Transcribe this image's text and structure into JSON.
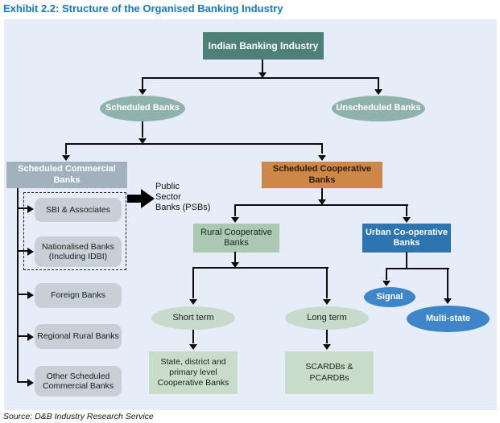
{
  "title": "Exhibit 2.2: Structure of the Organised Banking Industry",
  "source": "Source: D&B Industry Research Service",
  "colors": {
    "title_blue": "#1878be",
    "panel_bg": "#e7edf8",
    "teal_dark": "#4e8077",
    "teal_ellipse": "#8fb2ad",
    "gray_blue": "#a2b1be",
    "gray_child": "#c8d0d7",
    "orange": "#cd8848",
    "sage": "#abc9b2",
    "sage_light": "#c9dcca",
    "blue_box": "#2d74b0",
    "blue_ellipse": "#3e86c7"
  },
  "nodes": {
    "indian_banking": "Indian Banking Industry",
    "scheduled_banks": "Scheduled Banks",
    "unscheduled_banks": "Unscheduled Banks",
    "scheduled_commercial_banks": "Scheduled Commercial Banks",
    "sbi_associates": "SBI & Associates",
    "nationalised_banks": "Nationalised Banks\n(Including IDBI)",
    "foreign_banks": "Foreign Banks",
    "regional_rural_banks": "Regional Rural Banks",
    "other_scheduled_commercial_banks": "Other Scheduled\nCommercial Banks",
    "public_sector_banks": "Public\nSector\nBanks (PSBs)",
    "scheduled_cooperative_banks": "Scheduled Cooperative Banks",
    "rural_cooperative_banks": "Rural Cooperative\nBanks",
    "urban_cooperative_banks": "Urban Co-operative\nBanks",
    "short_term": "Short term",
    "long_term": "Long term",
    "state_district_primary": "State, district and\nprimary level\nCooperative Banks",
    "scardbs_pcardbs": "SCARDBs &\nPCARDBs",
    "signal": "Signal",
    "multi_state": "Multi-state"
  }
}
